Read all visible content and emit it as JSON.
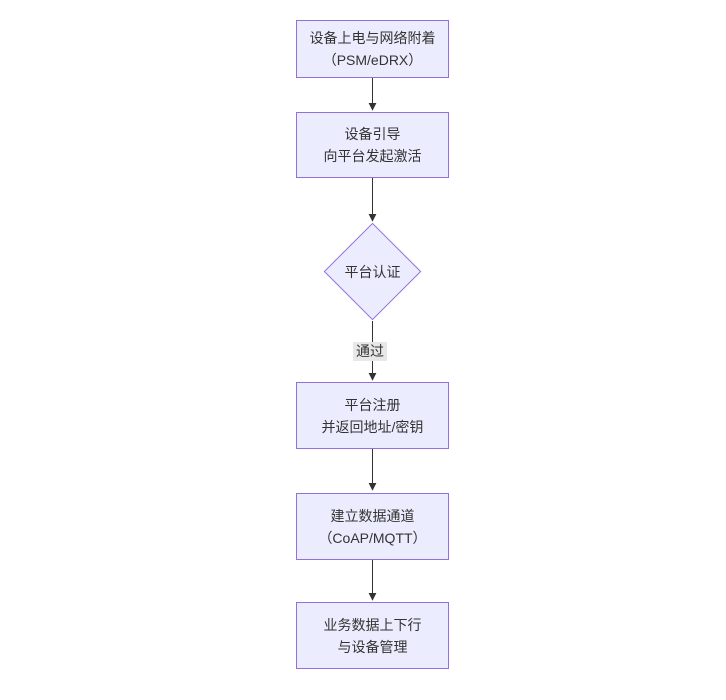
{
  "diagram": {
    "type": "flowchart-top-down",
    "colors": {
      "background": "#ffffff",
      "node_fill": "#ECECFF",
      "node_border": "#9370DB",
      "arrow": "#333333",
      "text": "#333333",
      "edge_label_bg": "#e8e8e8"
    },
    "nodes": {
      "power": {
        "line1": "设备上电与网络附着",
        "line2": "（PSM/eDRX）"
      },
      "bootstrap": {
        "line1": "设备引导",
        "line2": "向平台发起激活"
      },
      "auth": {
        "label": "平台认证"
      },
      "register": {
        "line1": "平台注册",
        "line2": "并返回地址/密钥"
      },
      "channel": {
        "line1": "建立数据通道",
        "line2": "（CoAP/MQTT）"
      },
      "business": {
        "line1": "业务数据上下行",
        "line2": "与设备管理"
      }
    },
    "edges": {
      "pass_label": "通过"
    }
  }
}
